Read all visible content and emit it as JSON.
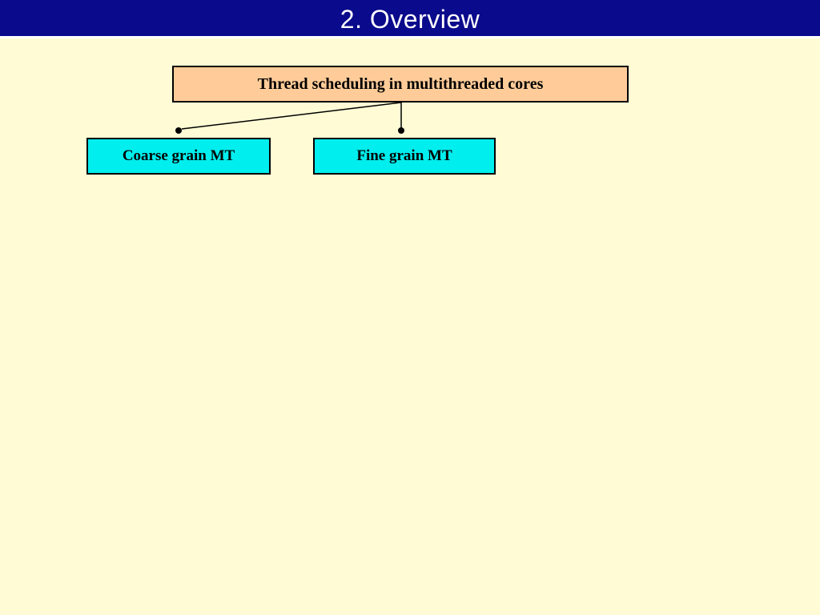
{
  "header": {
    "title": "2. Overview",
    "background": "#0A0A8C",
    "text_color": "#FFFFFF",
    "divider_color": "#FFFFFF"
  },
  "slide": {
    "background": "#FFFCD5"
  },
  "diagram": {
    "root": {
      "label": "Thread scheduling in multithreaded cores",
      "fill": "#FFCC99",
      "border_color": "#000000"
    },
    "children": [
      {
        "label": "Coarse grain MT",
        "fill": "#00EEEE",
        "border_color": "#000000"
      },
      {
        "label": "Fine grain MT",
        "fill": "#00EEEE",
        "border_color": "#000000"
      }
    ],
    "connector_color": "#000000"
  }
}
